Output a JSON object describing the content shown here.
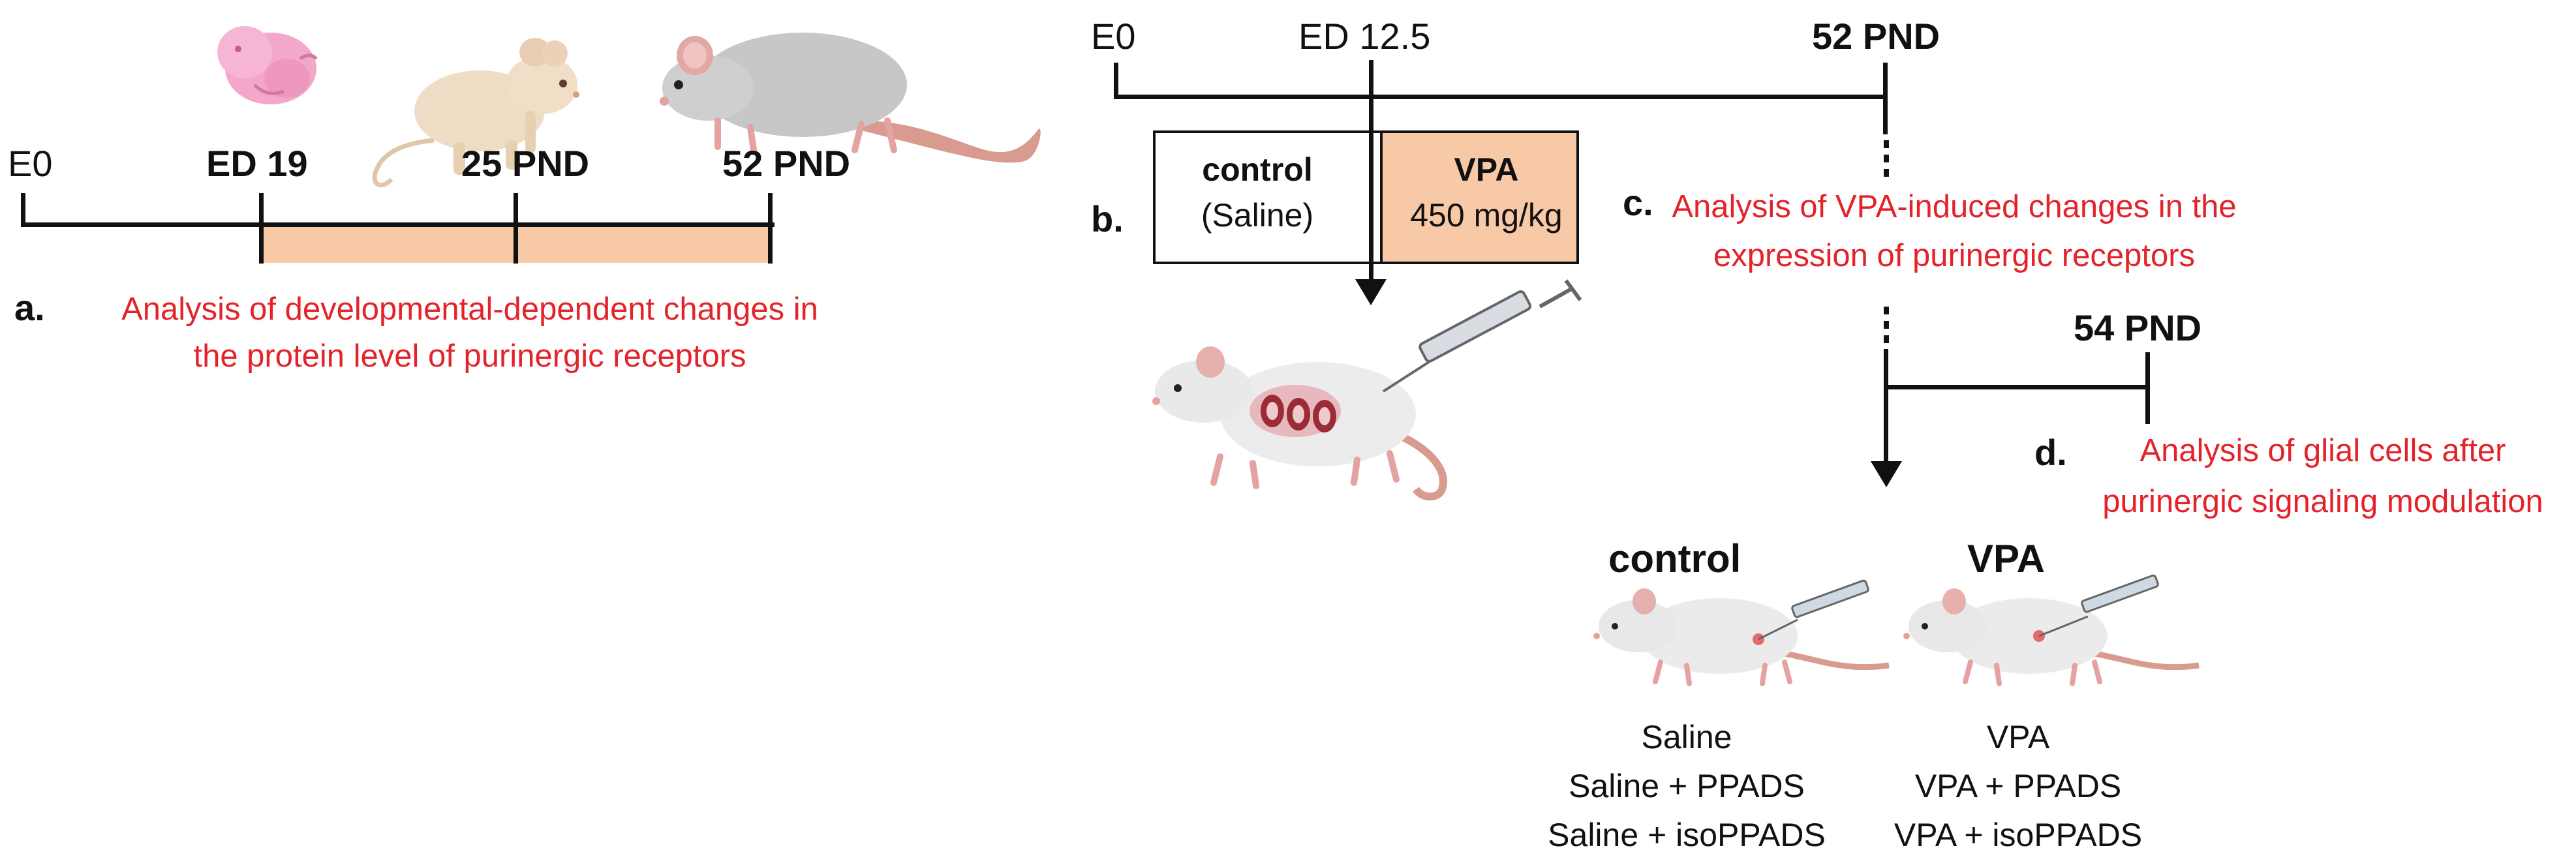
{
  "panel_a": {
    "letter": "a.",
    "ticks": {
      "e0": "E0",
      "ed19": "ED 19",
      "pnd25": "25 PND",
      "pnd52": "52 PND"
    },
    "caption_line1": "Analysis of developmental-dependent changes in",
    "caption_line2": "the protein level of purinergic receptors"
  },
  "panel_b": {
    "letter": "b.",
    "ticks": {
      "e0": "E0",
      "ed125": "ED 12.5",
      "pnd52": "52 PND"
    },
    "control_title": "control",
    "control_sub": "(Saline)",
    "vpa_title": "VPA",
    "vpa_dose": "450 mg/kg"
  },
  "panel_c": {
    "letter": "c.",
    "caption_line1": "Analysis of VPA-induced changes in the",
    "caption_line2": "expression of purinergic receptors"
  },
  "panel_d": {
    "letter": "d.",
    "tick": "54 PND",
    "caption_line1": "Analysis of glial cells after",
    "caption_line2": "purinergic signaling modulation",
    "groups": {
      "control_title": "control",
      "vpa_title": "VPA",
      "control_items": [
        "Saline",
        "Saline + PPADS",
        "Saline + isoPPADS"
      ],
      "vpa_items": [
        "VPA",
        "VPA + PPADS",
        "VPA + isoPPADS"
      ]
    }
  },
  "colors": {
    "highlight": "#f8c9a6",
    "caption_red": "#e3232a",
    "line": "#111111"
  },
  "icons": [
    "pup-icon",
    "juvenile-rat-icon",
    "adult-rat-icon",
    "pregnant-rat-icon",
    "syringe-icon",
    "treated-rat-icon"
  ]
}
